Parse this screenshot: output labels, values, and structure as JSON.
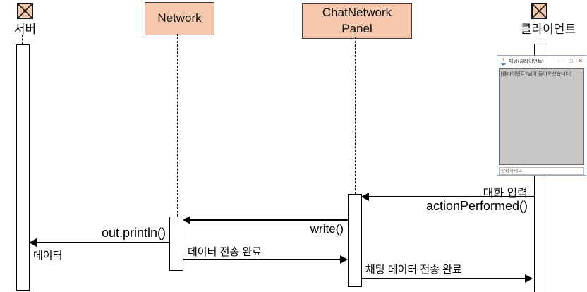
{
  "lifelines": {
    "server_label": "서버",
    "network_label": "Network",
    "panel_label_line1": "ChatNetwork",
    "panel_label_line2": "Panel",
    "client_label": "클라이언트"
  },
  "messages": {
    "dialog_input_label": "대화 입력",
    "action_performed_label": "actionPerformed()",
    "write_label": "write()",
    "out_println_label": "out.println()",
    "data_label": "데이터",
    "data_sent_label": "데이터 전송 완료",
    "chat_data_sent_label": "채팅 데이터 전송 완료"
  },
  "chat_window": {
    "title": "채팅(클라이언트)",
    "minimize_glyph": "—",
    "maximize_glyph": "□",
    "close_glyph": "✕",
    "log_text": "[클라이언트2님이 들어오셨습니다]",
    "input_value": "안녕하세요"
  },
  "colors": {
    "actor_fill": "#f5c8ad",
    "box_fill": "#f5c8ad",
    "box_border": "#41403e",
    "chat_log_bg": "#c6c6c6"
  }
}
